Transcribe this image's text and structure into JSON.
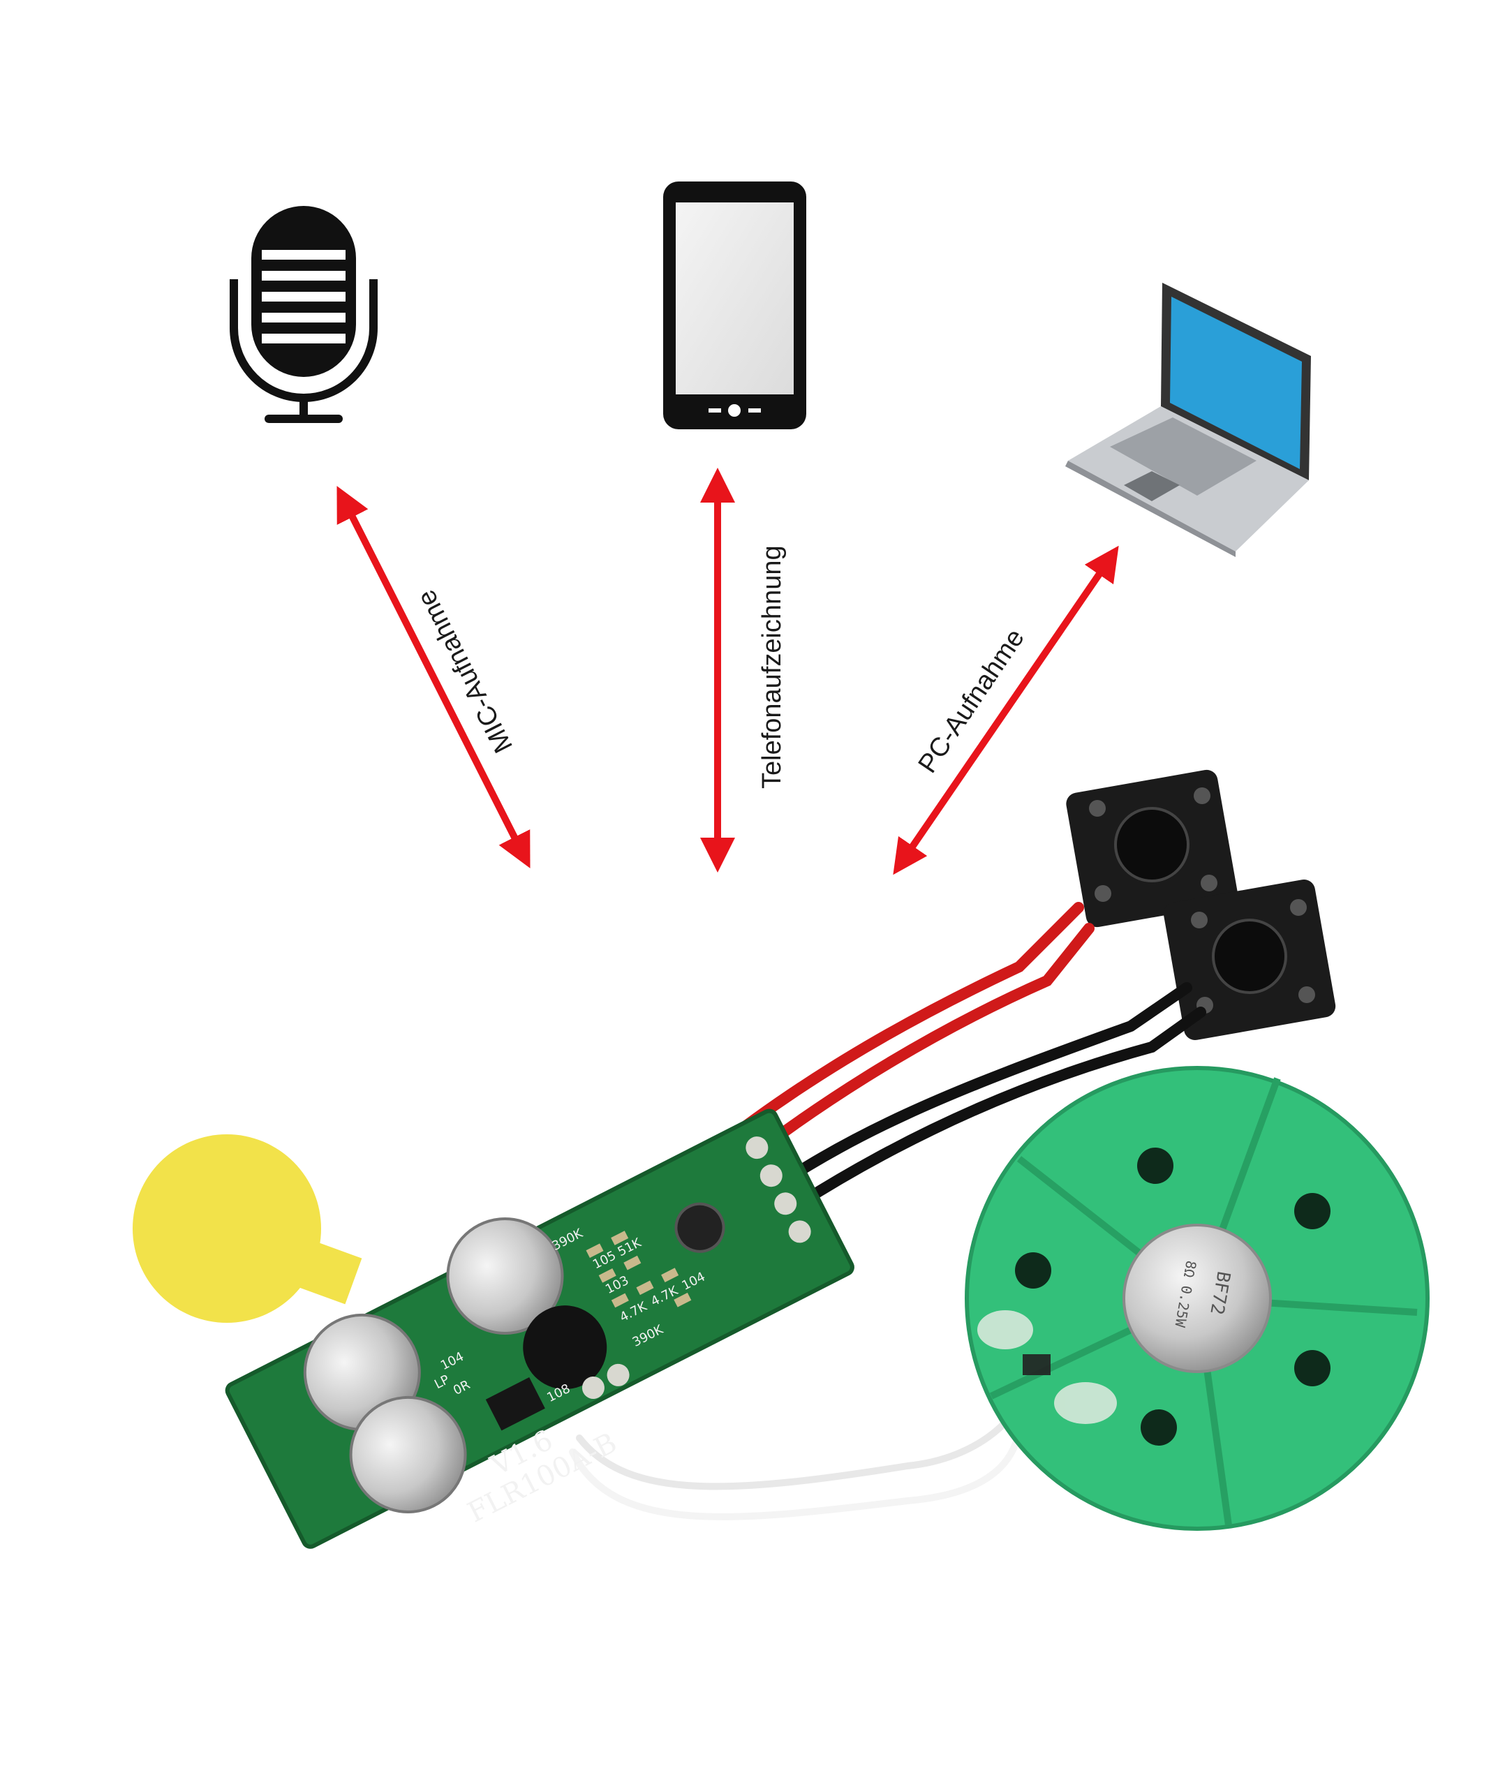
{
  "arrows": [
    {
      "id": "mic",
      "label": "MIC-Aufnahme"
    },
    {
      "id": "phone",
      "label": "Telefonaufzeichnung"
    },
    {
      "id": "pc",
      "label": "PC-Aufnahme"
    }
  ],
  "icons": [
    "microphone-icon",
    "smartphone-icon",
    "laptop-icon"
  ],
  "board": {
    "version": "V1.6",
    "model": "FLR100A-B",
    "silkscreen": [
      "390K",
      "105",
      "51K",
      "104",
      "0R",
      "103",
      "4.7K",
      "4.7K",
      "104",
      "390K",
      "108",
      "LP"
    ]
  },
  "speaker_label": {
    "line1": "BF72",
    "line2": "8Ω 0.25W"
  },
  "colors": {
    "arrow": "#e8141b",
    "pcb": "#1e7a3c",
    "speaker": "#33c07a",
    "flag": "#f2e24a",
    "laptop_screen": "#2a9fd8"
  }
}
